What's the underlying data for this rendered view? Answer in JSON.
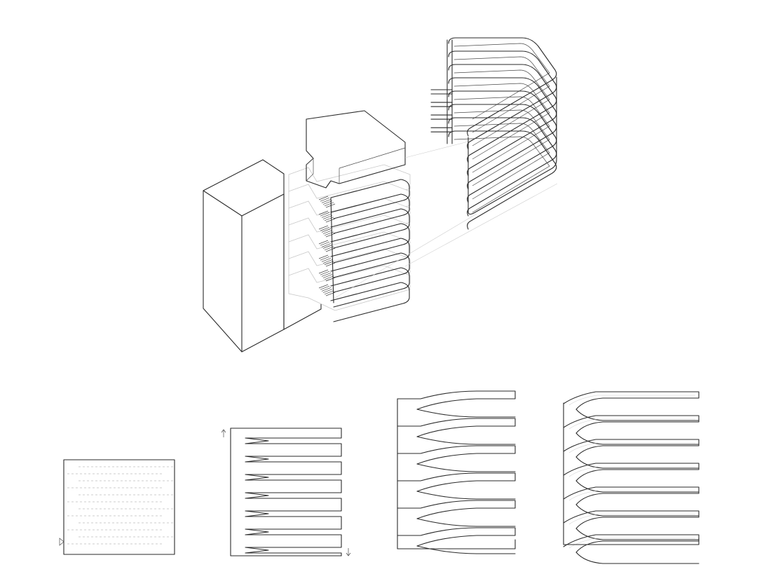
{
  "diagram": {
    "kind": "exploded axonometric with sequential strip-cutting steps",
    "background": "#ffffff",
    "line_color": "#2a2a2a",
    "ghost_color": "#c8c8c8",
    "panels": [
      {
        "id": "base-sheet",
        "strips": 0
      },
      {
        "id": "slit-strips",
        "strips": 7
      },
      {
        "id": "spread-strips",
        "strips": 6
      },
      {
        "id": "curled-strips",
        "strips": 7
      }
    ],
    "axonometric": {
      "floors": 8,
      "railing_loops": 8
    }
  }
}
